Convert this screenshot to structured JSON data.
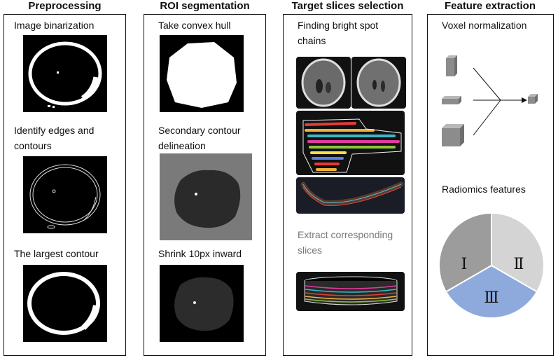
{
  "columns": [
    {
      "title": "Preprocessing",
      "steps": [
        "Image binarization",
        "Identify edges and",
        "contours",
        "The largest contour"
      ]
    },
    {
      "title": "ROI segmentation",
      "steps": [
        "Take convex hull",
        "Secondary contour",
        "delineation",
        "Shrink 10px inward"
      ]
    },
    {
      "title": "Target slices selection",
      "steps": [
        "Finding bright spot",
        "chains",
        "Extract corresponding",
        "slices"
      ]
    },
    {
      "title": "Feature extraction",
      "steps": [
        "Voxel normalization",
        "Radiomics features"
      ]
    }
  ],
  "pie": {
    "labels": [
      "Ⅰ",
      "Ⅱ",
      "Ⅲ"
    ],
    "colors": [
      "#9c9c9c",
      "#d4d4d4",
      "#8eaadc"
    ]
  },
  "colors": {
    "border": "#111111",
    "cube": "#8c8c8c",
    "muted_text": "#777777"
  }
}
